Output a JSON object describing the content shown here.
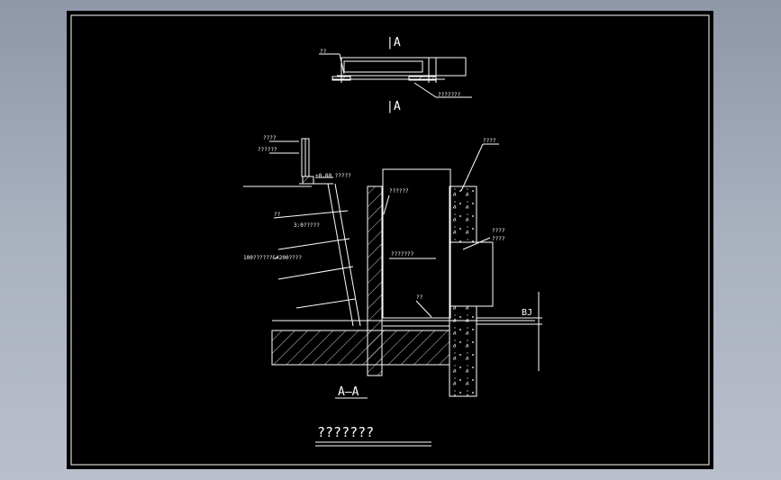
{
  "drawing": {
    "title": "???????",
    "section_mark_top": "|A",
    "section_mark_bottom": "|A",
    "section_name": "A—A",
    "axis_label": "BJ",
    "labels": {
      "plan_left_note": "??",
      "plan_right_note": "???????",
      "rail_top": "????",
      "rail_second": "??????",
      "elevation": "±0.00  ?????",
      "inner_label": "??????",
      "mid_label": "???????",
      "small_label": "??",
      "slope_1": "??",
      "slope_2": "3:0?????",
      "slope_3": "100??????&#200????",
      "wall_top": "????",
      "wall_right_1": "????",
      "wall_right_2": "????"
    }
  },
  "colors": {
    "background": "#000000",
    "line": "#ffffff",
    "frame_gradient_top": "#8f97a8",
    "frame_gradient_bottom": "#b9bfcb"
  }
}
